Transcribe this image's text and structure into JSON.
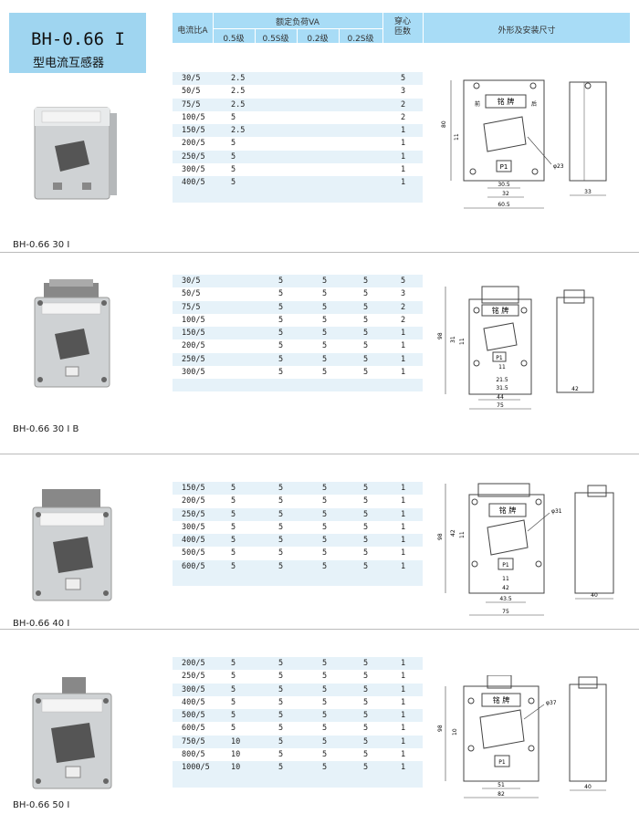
{
  "title": {
    "main": "BH-0.66  I",
    "sub": "型电流互感器"
  },
  "header": {
    "col_ratio": "电流比A",
    "col_load": "额定负荷VA",
    "load_classes": [
      "0.5级",
      "0.5S级",
      "0.2级",
      "0.2S级"
    ],
    "col_turns": "穿心\n匝数",
    "col_dims": "外形及安装尺寸"
  },
  "sections": [
    {
      "model": "BH-0.66 30 I",
      "rows": [
        [
          "30/5",
          "2.5",
          "",
          "",
          "",
          "5"
        ],
        [
          "50/5",
          "2.5",
          "",
          "",
          "",
          "3"
        ],
        [
          "75/5",
          "2.5",
          "",
          "",
          "",
          "2"
        ],
        [
          "100/5",
          "5",
          "",
          "",
          "",
          "2"
        ],
        [
          "150/5",
          "2.5",
          "",
          "",
          "",
          "1"
        ],
        [
          "200/5",
          "5",
          "",
          "",
          "",
          "1"
        ],
        [
          "250/5",
          "5",
          "",
          "",
          "",
          "1"
        ],
        [
          "300/5",
          "5",
          "",
          "",
          "",
          "1"
        ],
        [
          "400/5",
          "5",
          "",
          "",
          "",
          "1"
        ]
      ]
    },
    {
      "model": "BH-0.66 30 I B",
      "rows": [
        [
          "30/5",
          "",
          "5",
          "5",
          "5",
          "5"
        ],
        [
          "50/5",
          "",
          "5",
          "5",
          "5",
          "3"
        ],
        [
          "75/5",
          "",
          "5",
          "5",
          "5",
          "2"
        ],
        [
          "100/5",
          "",
          "5",
          "5",
          "5",
          "2"
        ],
        [
          "150/5",
          "",
          "5",
          "5",
          "5",
          "1"
        ],
        [
          "200/5",
          "",
          "5",
          "5",
          "5",
          "1"
        ],
        [
          "250/5",
          "",
          "5",
          "5",
          "5",
          "1"
        ],
        [
          "300/5",
          "",
          "5",
          "5",
          "5",
          "1"
        ]
      ]
    },
    {
      "model": "BH-0.66 40 I",
      "rows": [
        [
          "150/5",
          "5",
          "5",
          "5",
          "5",
          "1"
        ],
        [
          "200/5",
          "5",
          "5",
          "5",
          "5",
          "1"
        ],
        [
          "250/5",
          "5",
          "5",
          "5",
          "5",
          "1"
        ],
        [
          "300/5",
          "5",
          "5",
          "5",
          "5",
          "1"
        ],
        [
          "400/5",
          "5",
          "5",
          "5",
          "5",
          "1"
        ],
        [
          "500/5",
          "5",
          "5",
          "5",
          "5",
          "1"
        ],
        [
          "600/5",
          "5",
          "5",
          "5",
          "5",
          "1"
        ]
      ]
    },
    {
      "model": "BH-0.66 50 I",
      "rows": [
        [
          "200/5",
          "5",
          "5",
          "5",
          "5",
          "1"
        ],
        [
          "250/5",
          "5",
          "5",
          "5",
          "5",
          "1"
        ],
        [
          "300/5",
          "5",
          "5",
          "5",
          "5",
          "1"
        ],
        [
          "400/5",
          "5",
          "5",
          "5",
          "5",
          "1"
        ],
        [
          "500/5",
          "5",
          "5",
          "5",
          "5",
          "1"
        ],
        [
          "600/5",
          "5",
          "5",
          "5",
          "5",
          "1"
        ],
        [
          "750/5",
          "10",
          "5",
          "5",
          "5",
          "1"
        ],
        [
          "800/5",
          "10",
          "5",
          "5",
          "5",
          "1"
        ],
        [
          "1000/5",
          "10",
          "5",
          "5",
          "5",
          "1"
        ]
      ]
    }
  ],
  "drawings": [
    {
      "nameplate": "铭 牌",
      "terminal": "P1",
      "h": "80",
      "h2": "11",
      "hole": "φ23",
      "w1": "30.5",
      "w2": "32",
      "w3": "60.5",
      "depth": "33",
      "left_lbl": "前",
      "right_lbl": "后"
    },
    {
      "nameplate": "铭 牌",
      "terminal": "P1",
      "h": "98",
      "h2": "31",
      "h3": "11",
      "w0": "11",
      "w1": "21.5",
      "w2": "31.5",
      "w3": "44",
      "w4": "75",
      "depth": "42"
    },
    {
      "nameplate": "铭 牌",
      "terminal": "P1",
      "h": "98",
      "h2": "42",
      "h3": "11",
      "hole": "φ31",
      "w0": "11",
      "w1": "42",
      "w2": "43.5",
      "w3": "75",
      "depth": "40"
    },
    {
      "nameplate": "铭 牌",
      "terminal": "P1",
      "h": "98",
      "h2": "10",
      "hole": "φ37",
      "w1": "51",
      "w2": "82",
      "depth": "40"
    }
  ]
}
